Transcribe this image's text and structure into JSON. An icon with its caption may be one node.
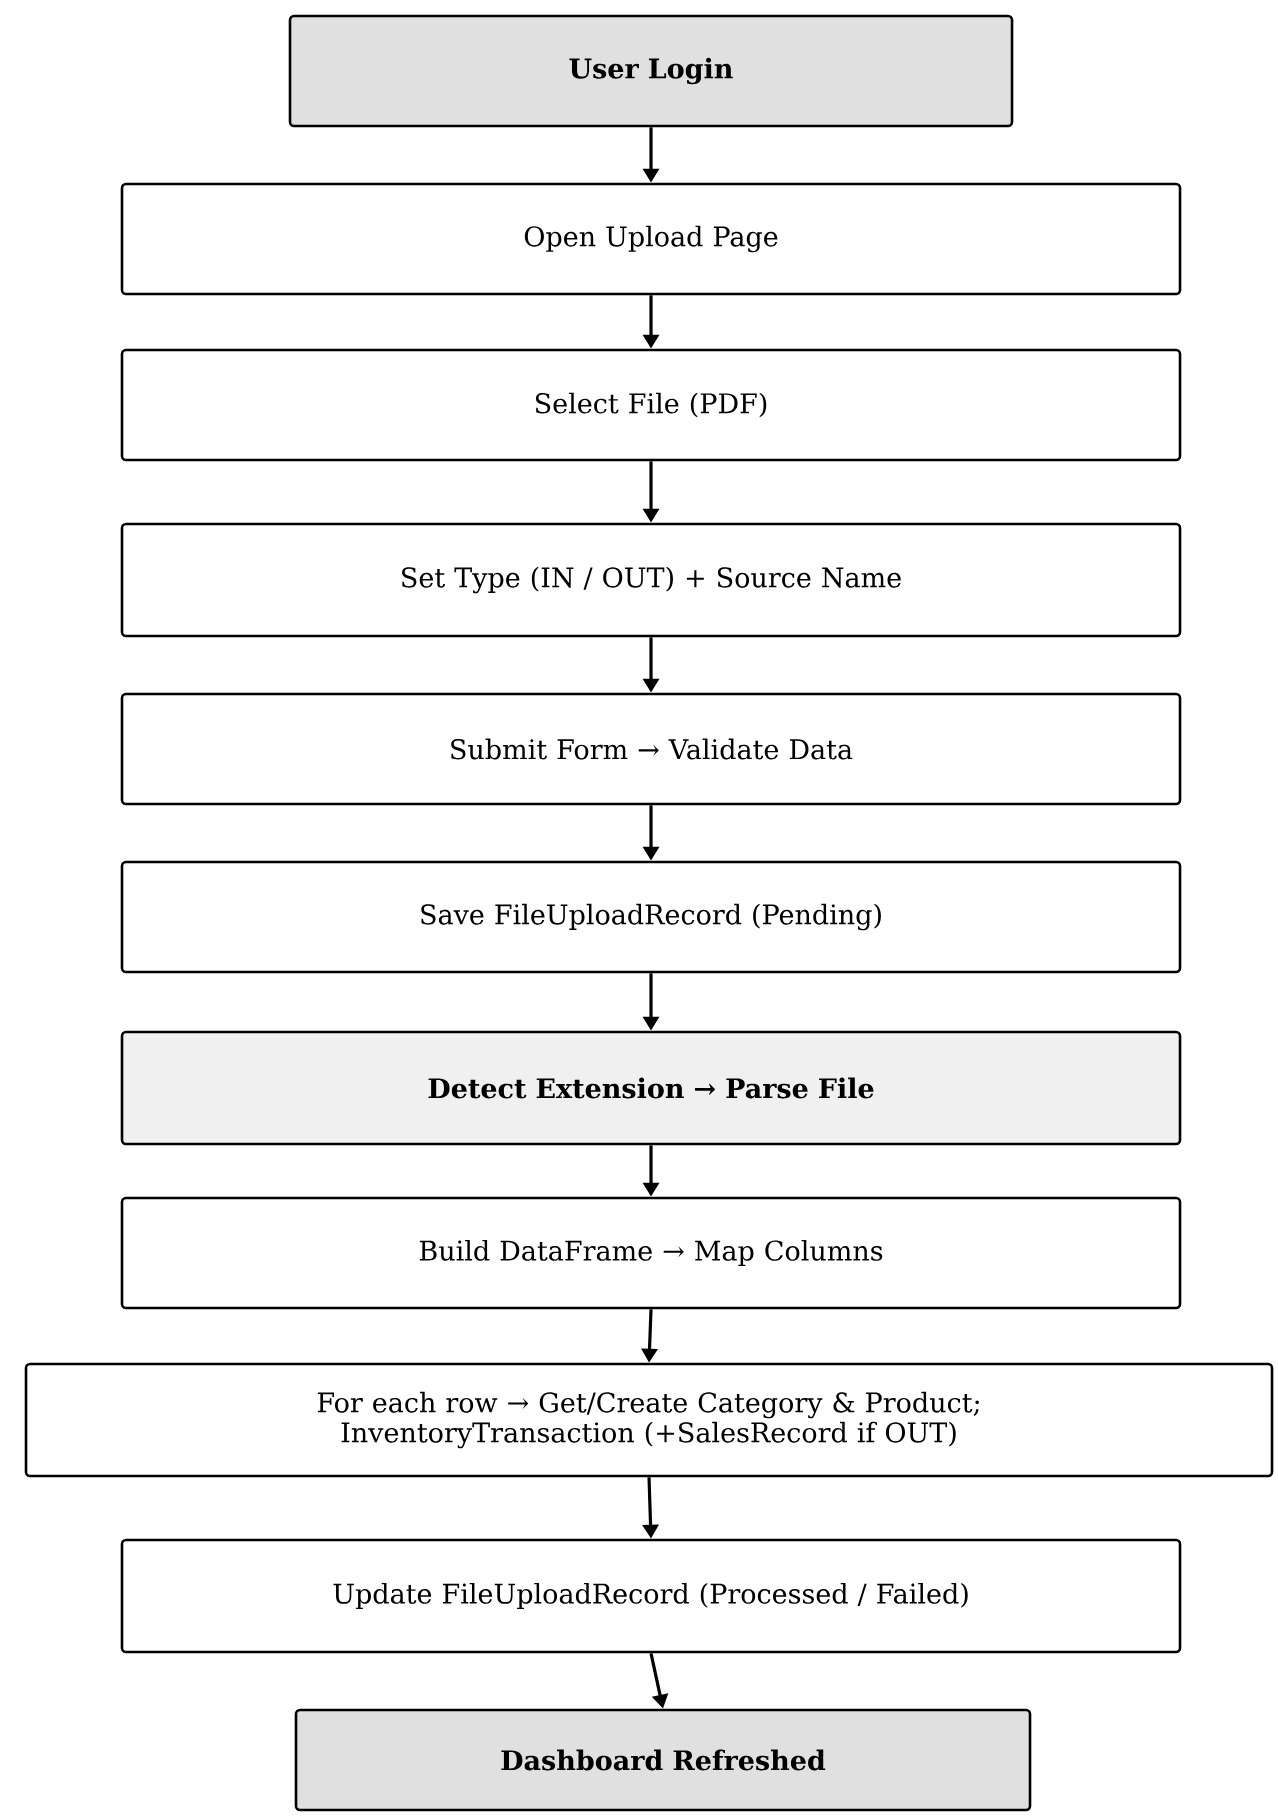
{
  "diagram": {
    "nodes": [
      {
        "text": [
          "User Login"
        ]
      },
      {
        "text": [
          "Open Upload Page"
        ]
      },
      {
        "text": [
          "Select File (PDF)"
        ]
      },
      {
        "text": [
          "Set Type (IN / OUT) + Source Name"
        ]
      },
      {
        "text": [
          "Submit Form → Validate Data"
        ]
      },
      {
        "text": [
          "Save FileUploadRecord (Pending)"
        ]
      },
      {
        "text": [
          "Detect Extension → Parse File"
        ]
      },
      {
        "text": [
          "Build DataFrame → Map Columns"
        ]
      },
      {
        "text": [
          "For each row → Get/Create Category & Product; InventoryTransaction (+SalesRecord if OUT)"
        ]
      },
      {
        "text": [
          "Update FileUploadRecord (Processed / Failed)"
        ]
      },
      {
        "text": [
          "Dashboard Refreshed"
        ]
      }
    ],
    "edges": [
      {
        "from": 0,
        "to": 1,
        "arrow": "to"
      },
      {
        "from": 1,
        "to": 2,
        "arrow": "to"
      },
      {
        "from": 2,
        "to": 3,
        "arrow": "to"
      },
      {
        "from": 3,
        "to": 4,
        "arrow": "to"
      },
      {
        "from": 4,
        "to": 5,
        "arrow": "to"
      },
      {
        "from": 5,
        "to": 6,
        "arrow": "to"
      },
      {
        "from": 6,
        "to": 7,
        "arrow": "to"
      },
      {
        "from": 7,
        "to": 8,
        "arrow": "to"
      },
      {
        "from": 8,
        "to": 9,
        "arrow": "to"
      },
      {
        "from": 9,
        "to": 10,
        "arrow": "to"
      }
    ]
  }
}
